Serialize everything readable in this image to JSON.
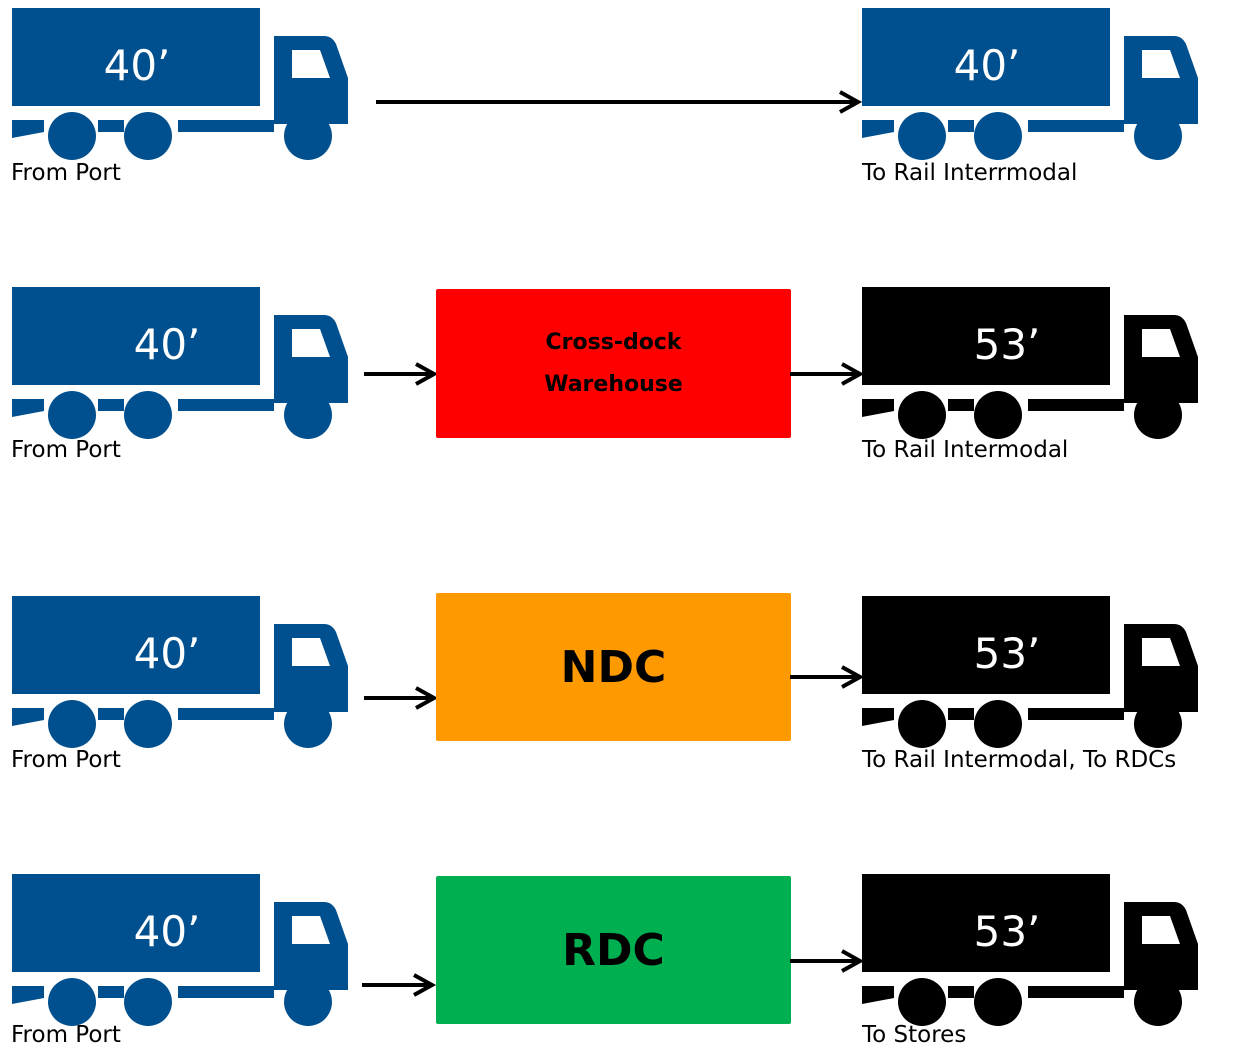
{
  "rows": [
    {
      "from_truck": {
        "size": "40’",
        "color": "#00508f"
      },
      "from_label": "From Port",
      "to_truck": {
        "size": "40’",
        "color": "#00508f"
      },
      "to_label": "To Rail Interrmodal"
    },
    {
      "from_truck": {
        "size": "40’",
        "color": "#00508f"
      },
      "from_label": "From Port",
      "facility": {
        "lines": [
          "Cross-dock",
          "Warehouse"
        ],
        "color": "#ff0000"
      },
      "to_truck": {
        "size": "53’",
        "color": "#000000"
      },
      "to_label": "To Rail Intermodal"
    },
    {
      "from_truck": {
        "size": "40’",
        "color": "#00508f"
      },
      "from_label": "From Port",
      "facility": {
        "lines": [
          "NDC"
        ],
        "color": "#ff9900"
      },
      "to_truck": {
        "size": "53’",
        "color": "#000000"
      },
      "to_label": "To Rail Intermodal, To RDCs"
    },
    {
      "from_truck": {
        "size": "40’",
        "color": "#00508f"
      },
      "from_label": "From Port",
      "facility": {
        "lines": [
          "RDC"
        ],
        "color": "#00b050"
      },
      "to_truck": {
        "size": "53’",
        "color": "#000000"
      },
      "to_label": "To Stores"
    }
  ]
}
